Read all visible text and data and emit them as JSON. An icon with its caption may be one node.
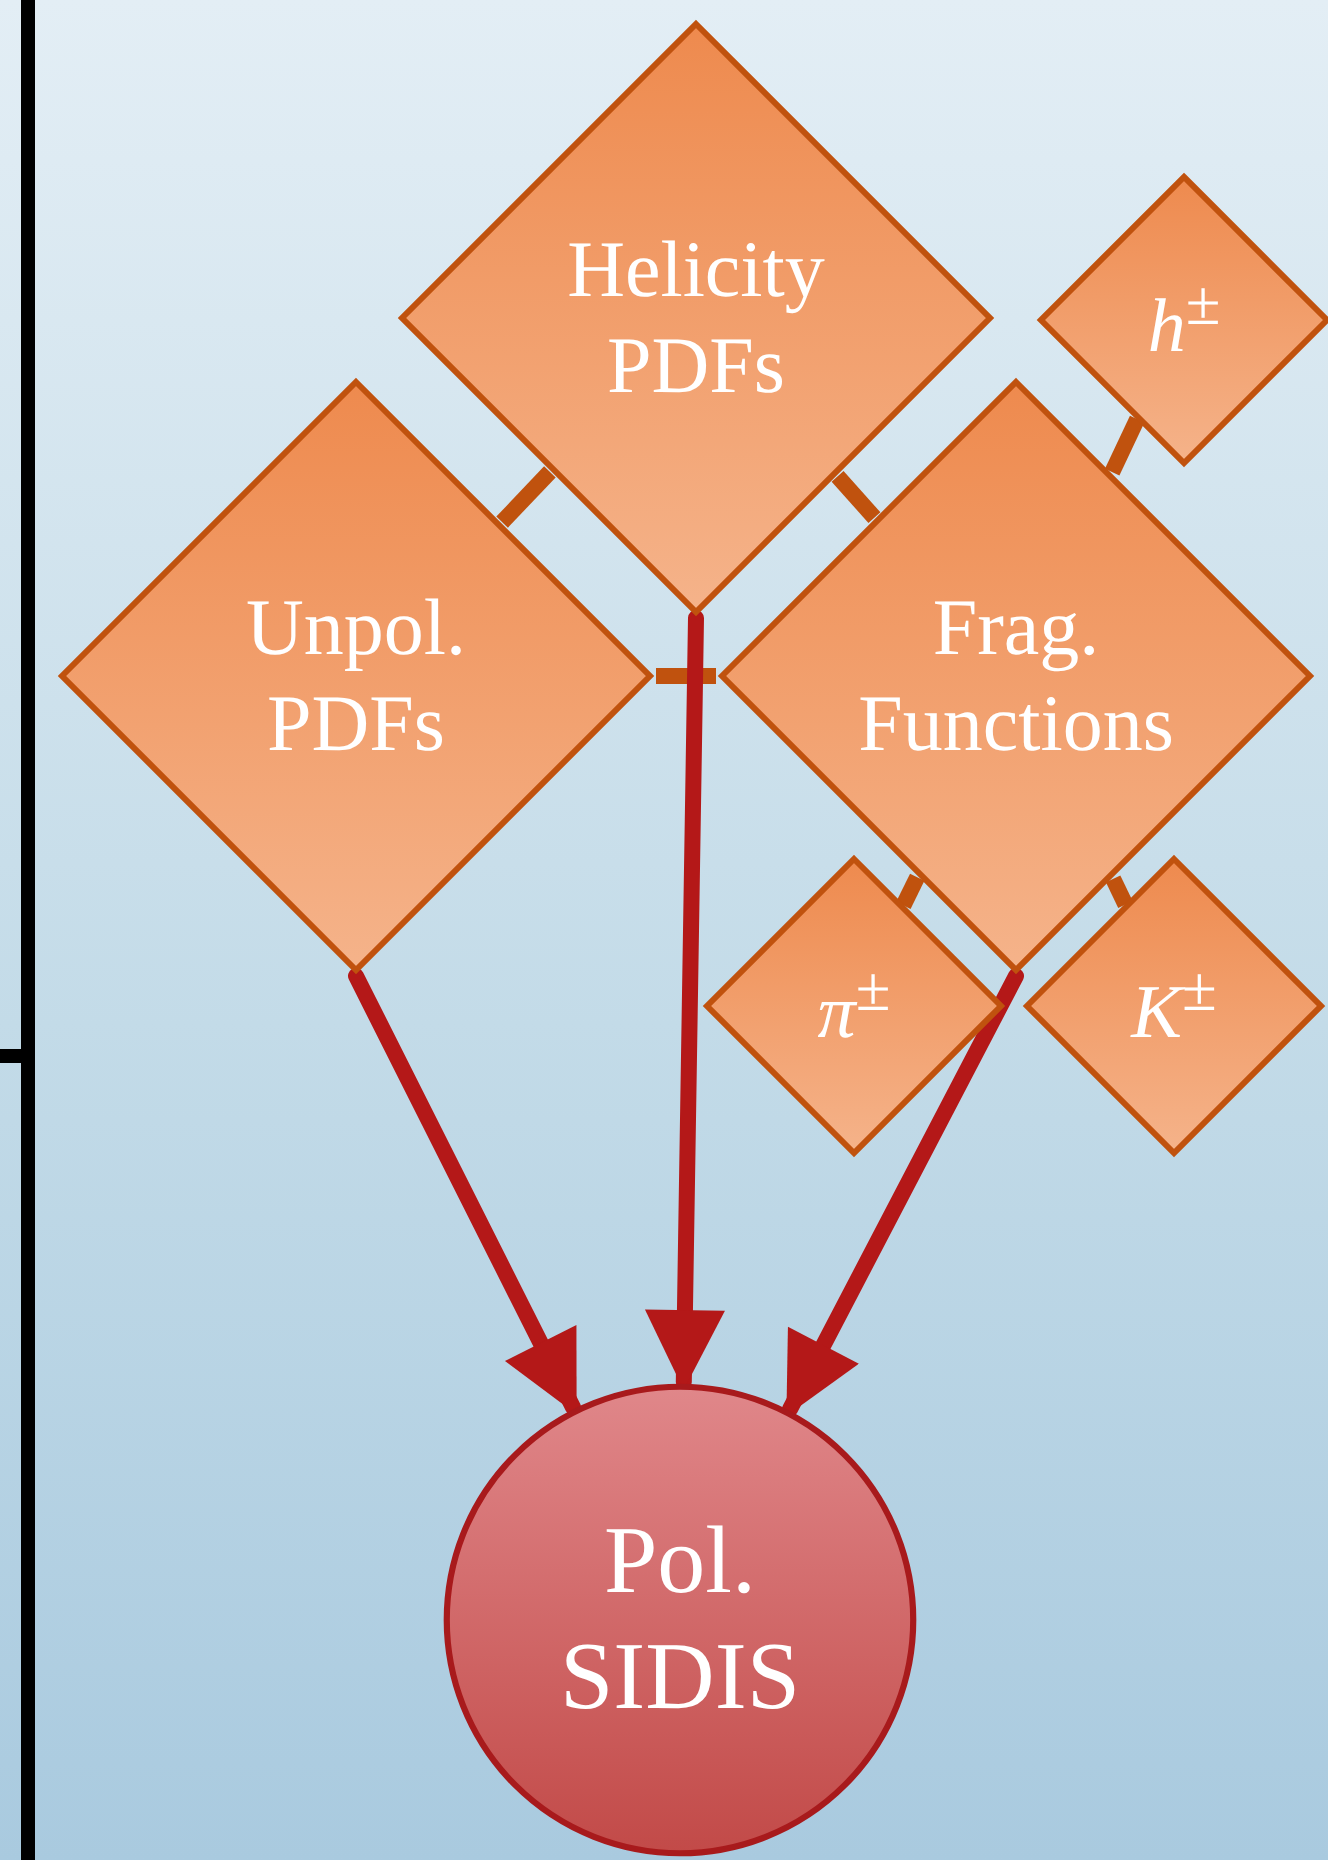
{
  "diagram": {
    "nodes": [
      {
        "text": [
          "Helicity PDFs"
        ]
      },
      {
        "text": [
          "*h*$^{±}$"
        ]
      },
      {
        "text": [
          "Unpol. PDFs"
        ]
      },
      {
        "text": [
          "Frag. Functions"
        ]
      },
      {
        "text": [
          "*π*$^{±}$"
        ]
      },
      {
        "text": [
          "*K*$^{±}$"
        ]
      },
      {
        "text": [
          "Pol. SIDIS"
        ]
      }
    ],
    "edges": [
      {
        "from": 0,
        "to": 2,
        "arrow": "none"
      },
      {
        "from": 0,
        "to": 3,
        "arrow": "none"
      },
      {
        "from": 1,
        "to": 3,
        "arrow": "none"
      },
      {
        "from": 2,
        "to": 3,
        "arrow": "none"
      },
      {
        "from": 3,
        "to": 4,
        "arrow": "none"
      },
      {
        "from": 3,
        "to": 5,
        "arrow": "none"
      },
      {
        "from": 2,
        "to": 6,
        "arrow": "to",
        "color": "#b41818"
      },
      {
        "from": 0,
        "to": 6,
        "arrow": "to",
        "color": "#b41818"
      },
      {
        "from": 3,
        "to": 6,
        "arrow": "to",
        "color": "#b41818"
      }
    ]
  }
}
